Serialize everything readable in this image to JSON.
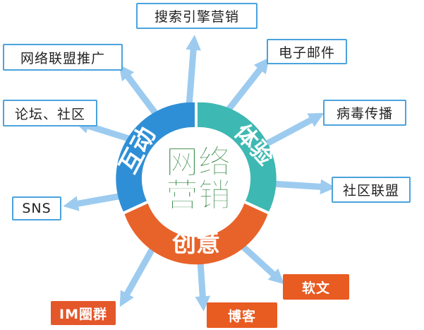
{
  "center": {
    "line1": "网络",
    "line2": "营销"
  },
  "segments": {
    "left": "互动",
    "right": "体验",
    "bottom": "创意"
  },
  "colors": {
    "blue": "#2f8fd6",
    "teal": "#3db8b2",
    "orange": "#e8632a",
    "arrow": "#9ccbef",
    "center_text": "#1c7a2e"
  },
  "nodes": {
    "top": "搜索引擎营销",
    "top_left": "网络联盟推广",
    "email": "电子邮件",
    "forum": "论坛、社区",
    "virus": "病毒传播",
    "alliance": "社区联盟",
    "sns": "SNS",
    "soft_article": "软文",
    "im": "IM圈群",
    "blog": "博客"
  }
}
